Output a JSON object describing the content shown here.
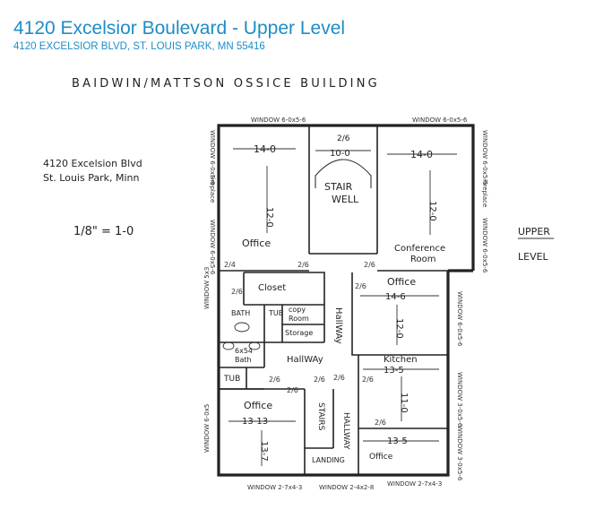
{
  "header": {
    "title": "4120 Excelsior Boulevard - Upper Level",
    "address": "4120 EXCELSIOR BLVD, ST. LOUIS PARK, MN 55416",
    "accent_color": "#1e8cc6"
  },
  "sketch": {
    "building_name": "BAIDWIN/MATTSON OSSICE BUILDING",
    "address_line1": "4120 Excelsion Blvd",
    "address_line2": "St. Louis Park, Minn",
    "scale": "1/8\" = 1-0",
    "level_line1": "UPPER",
    "level_line2": "LEVEL"
  },
  "rooms": {
    "office_nw": {
      "label": "Office",
      "width": "14-0",
      "depth": "12-0"
    },
    "stairwell": {
      "label_line1": "STAIR",
      "label_line2": "WELL",
      "width": "10-0",
      "door": "2/6"
    },
    "conference": {
      "label_line1": "Conference",
      "label_line2": "Room",
      "width": "14-0",
      "depth": "12-0"
    },
    "closet": {
      "label": "Closet"
    },
    "bath_upper": {
      "label": "BATH",
      "tub": "TUB"
    },
    "copy_room": {
      "label_line1": "copy",
      "label_line2": "Room",
      "storage": "Storage"
    },
    "hallway_center": {
      "label": "HallWAy"
    },
    "office_east": {
      "label": "Office",
      "width": "14-6",
      "depth": "12-0"
    },
    "bath_lower": {
      "label": "Bath",
      "size": "6x54",
      "tub": "TUB"
    },
    "hallway_mid": {
      "label": "HallWAy"
    },
    "kitchen": {
      "label": "Kitchen",
      "width": "13-5",
      "depth": "11-0"
    },
    "office_sw": {
      "label": "Office",
      "width": "13-13",
      "depth": "13-7"
    },
    "stairs": {
      "label": "STAIRS"
    },
    "landing": {
      "label": "LANDING"
    },
    "hallway_south": {
      "label": "HALLWAY"
    },
    "office_se": {
      "label": "Office",
      "width": "13-5"
    }
  },
  "windows": {
    "north_1": "WINDOW 6-0x5-6",
    "north_2": "WINDOW 6-0x5-6",
    "west_1": "WINDOW 6-0x5-6",
    "west_fireplace": "Fireplace",
    "west_2": "WINDOW 6-0x5-6",
    "east_1": "WINDOW 6-0x5-6",
    "east_fireplace": "Fireplace",
    "east_2": "WINDOW 6-0x5-6",
    "east_office": "WINDOW 6-0x5-6",
    "east_kitchen": "WINDOW 3-0x5-6",
    "east_office_se": "WINDOW 3-0x5-6",
    "west_bath": "WINDOW 5x3",
    "west_office": "WINDOW 6-0x5",
    "south_1": "WINDOW 2-7x4-3",
    "south_2": "WINDOW 2-4x2-8",
    "south_3": "WINDOW 2-7x4-3"
  },
  "doors": {
    "d1": "2/4",
    "d2": "2/6",
    "d3": "2/6",
    "d4": "2/6",
    "d5": "2/6",
    "d6": "2/6",
    "d7": "2/6",
    "d8": "2/6",
    "d9": "2/6",
    "d10": "2/6",
    "d11": "2/6"
  }
}
